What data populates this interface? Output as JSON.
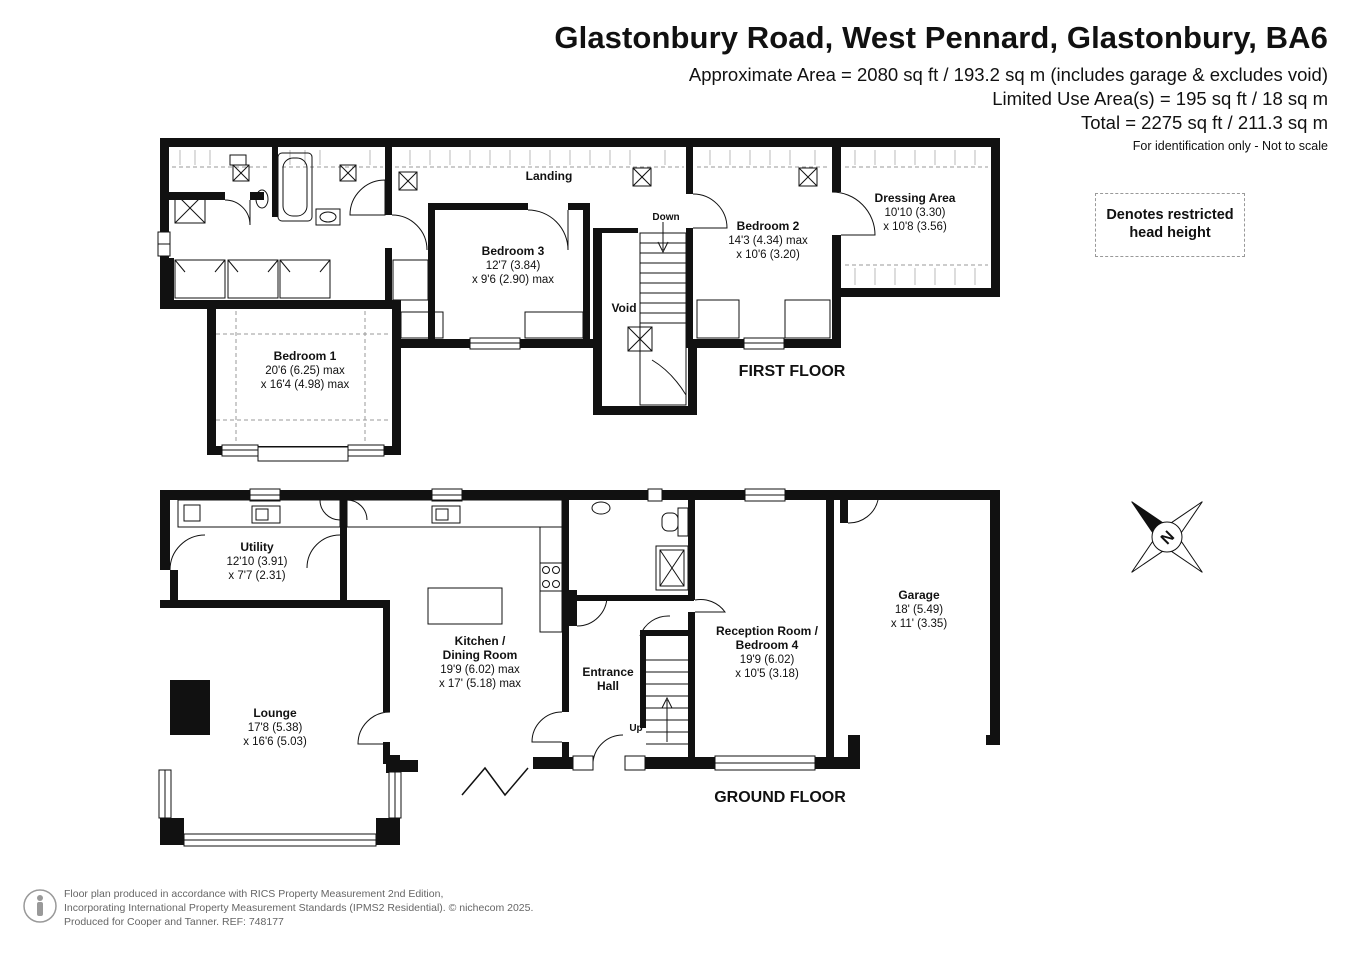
{
  "header": {
    "title": "Glastonbury Road, West Pennard, Glastonbury, BA6",
    "approx_area": "Approximate Area = 2080 sq ft / 193.2 sq m (includes garage & excludes void)",
    "limited_use": "Limited Use Area(s) = 195 sq ft / 18 sq m",
    "total": "Total = 2275 sq ft / 211.3 sq m",
    "note": "For identification only - Not to scale"
  },
  "legend": {
    "label": "Denotes restricted\nhead height"
  },
  "floors": {
    "first": "FIRST FLOOR",
    "ground": "GROUND FLOOR"
  },
  "rooms": {
    "landing": "Landing",
    "down": "Down",
    "void": "Void",
    "bedroom1": {
      "name": "Bedroom 1",
      "l1": "20'6 (6.25) max",
      "l2": "x 16'4 (4.98) max"
    },
    "bedroom2": {
      "name": "Bedroom 2",
      "l1": "14'3 (4.34) max",
      "l2": "x 10'6 (3.20)"
    },
    "bedroom3": {
      "name": "Bedroom 3",
      "l1": "12'7 (3.84)",
      "l2": "x 9'6 (2.90) max"
    },
    "dressing": {
      "name": "Dressing Area",
      "l1": "10'10 (3.30)",
      "l2": "x 10'8 (3.56)"
    },
    "utility": {
      "name": "Utility",
      "l1": "12'10 (3.91)",
      "l2": "x 7'7 (2.31)"
    },
    "lounge": {
      "name": "Lounge",
      "l1": "17'8 (5.38)",
      "l2": "x 16'6 (5.03)"
    },
    "kitchen": {
      "name1": "Kitchen /",
      "name2": "Dining Room",
      "l1": "19'9 (6.02) max",
      "l2": "x 17' (5.18) max"
    },
    "entrance": {
      "name1": "Entrance",
      "name2": "Hall"
    },
    "up": "Up",
    "reception": {
      "name1": "Reception Room /",
      "name2": "Bedroom 4",
      "l1": "19'9 (6.02)",
      "l2": "x 10'5 (3.18)"
    },
    "garage": {
      "name": "Garage",
      "l1": "18' (5.49)",
      "l2": "x 11' (3.35)"
    }
  },
  "compass": {
    "letter": "N"
  },
  "footer": {
    "line1": "Floor plan produced in accordance with RICS Property Measurement 2nd Edition,",
    "line2": "Incorporating International Property Measurement Standards (IPMS2 Residential).   © nichecom 2025.",
    "line3": "Produced for Cooper and Tanner.   REF: 748177"
  }
}
